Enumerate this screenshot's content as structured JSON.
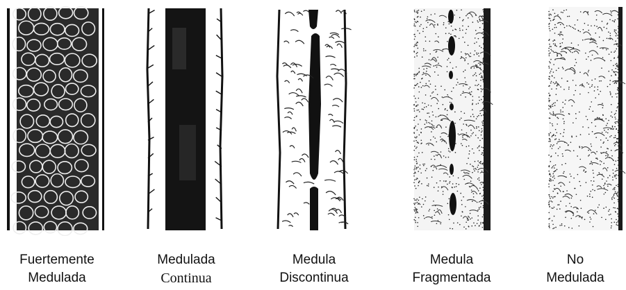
{
  "title": "",
  "panels": [
    {
      "id": "fuertemente",
      "line1": "Fuertemente",
      "line2": "Medulada",
      "pattern": "cells"
    },
    {
      "id": "continua",
      "line1": "Medulada",
      "line2": "Continua",
      "pattern": "continuous-core"
    },
    {
      "id": "discontinua",
      "line1": "Medula",
      "line2": "Discontinua",
      "pattern": "broken-core"
    },
    {
      "id": "fragmentada",
      "line1": "Medula",
      "line2": "Fragmentada",
      "pattern": "fragments"
    },
    {
      "id": "no-medulada",
      "line1": "No",
      "line2": "Medulada",
      "pattern": "none"
    }
  ],
  "colors": {
    "ink": "#111111",
    "paper": "#ffffff"
  }
}
